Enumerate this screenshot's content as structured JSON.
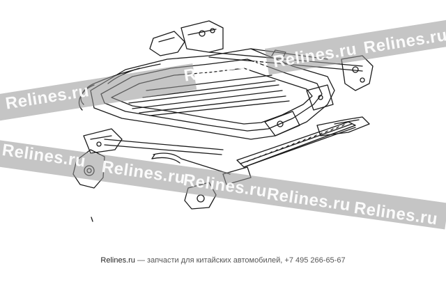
{
  "watermark": {
    "text": "Relines.ru",
    "band_color": "#9a9a9a",
    "text_color": "#ffffff"
  },
  "footer": {
    "brand": "Relines.ru",
    "tagline": " — запчасти для китайских автомобилей, +7 495 266-65-67"
  },
  "diagram": {
    "subject": "seat frame assembly",
    "line_color": "#1a1a1a"
  }
}
